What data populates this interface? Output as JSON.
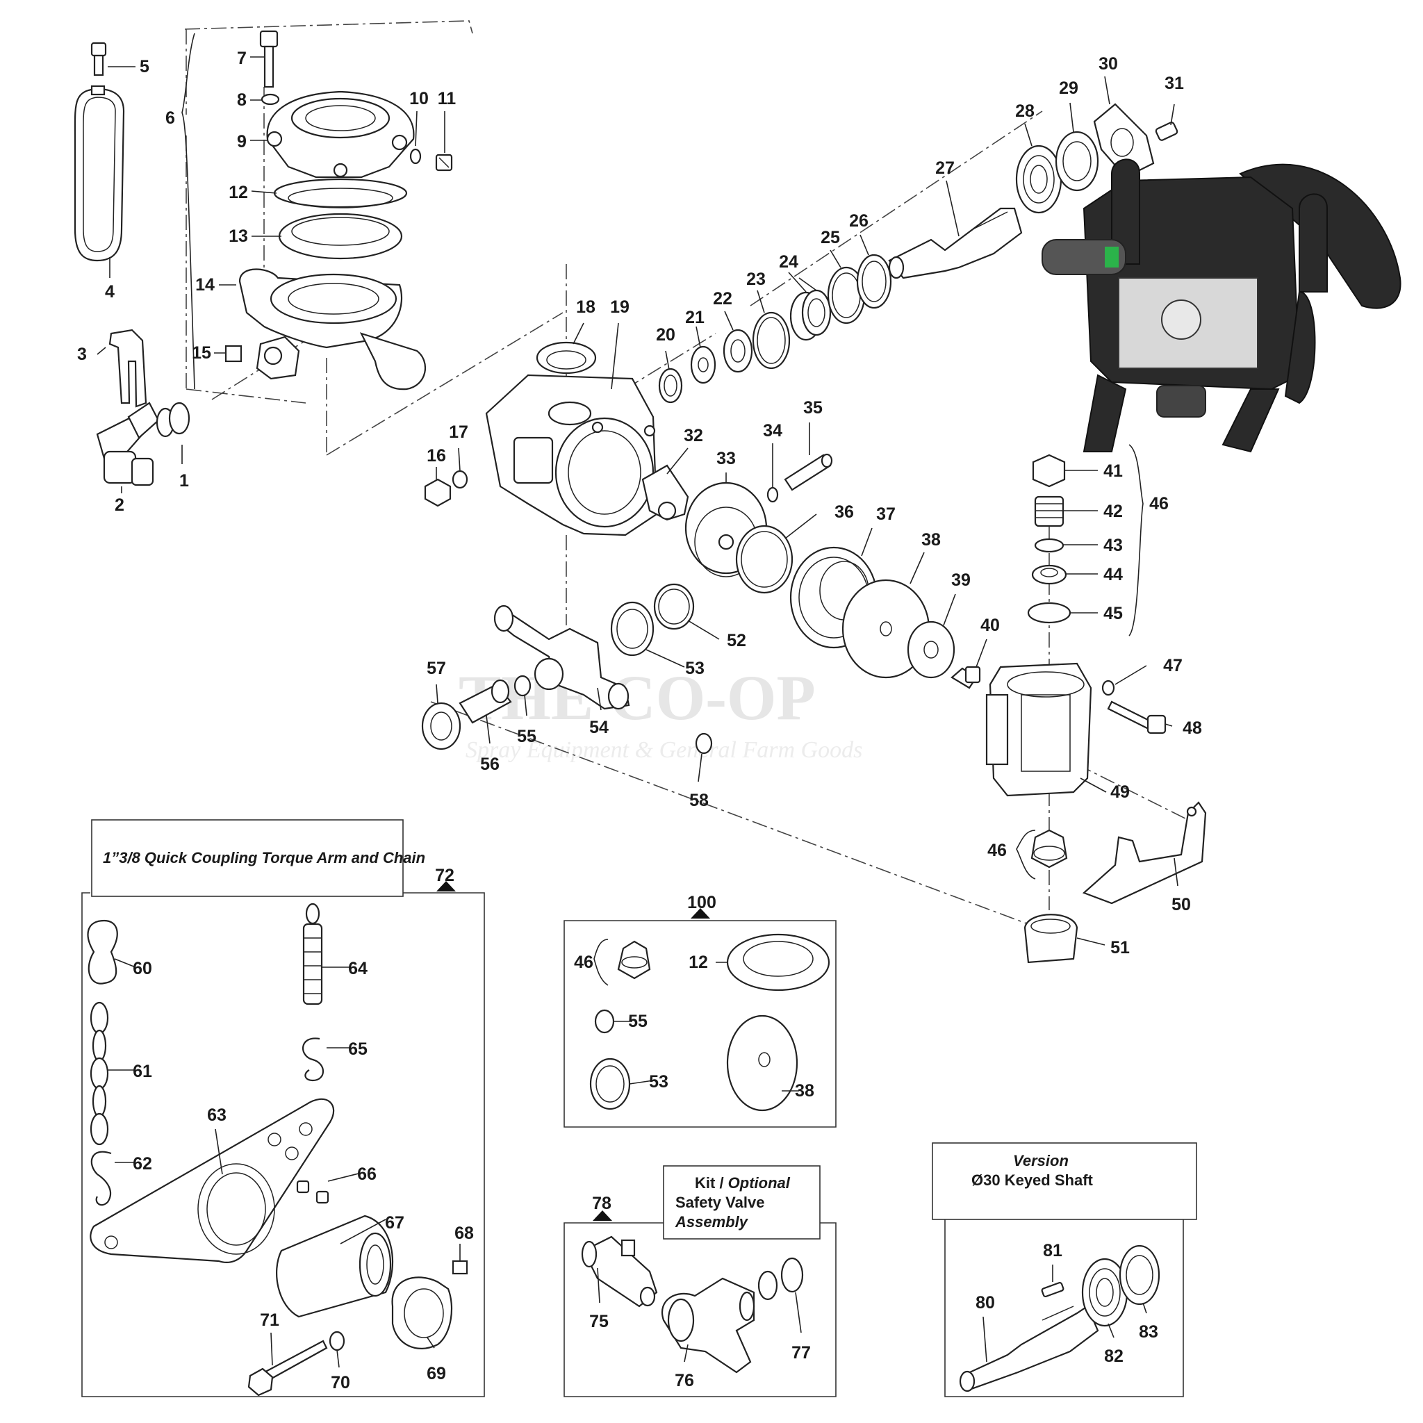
{
  "watermark": {
    "title": "THE CO-OP",
    "subtitle": "Spray Equipment & General Farm Goods"
  },
  "callouts": [
    {
      "id": "1",
      "label": "1"
    },
    {
      "id": "2",
      "label": "2"
    },
    {
      "id": "3",
      "label": "3"
    },
    {
      "id": "4",
      "label": "4"
    },
    {
      "id": "5",
      "label": "5"
    },
    {
      "id": "6",
      "label": "6"
    },
    {
      "id": "7",
      "label": "7"
    },
    {
      "id": "8",
      "label": "8"
    },
    {
      "id": "9",
      "label": "9"
    },
    {
      "id": "10",
      "label": "10"
    },
    {
      "id": "11",
      "label": "11"
    },
    {
      "id": "12",
      "label": "12"
    },
    {
      "id": "13",
      "label": "13"
    },
    {
      "id": "14",
      "label": "14"
    },
    {
      "id": "15",
      "label": "15"
    },
    {
      "id": "16",
      "label": "16"
    },
    {
      "id": "17",
      "label": "17"
    },
    {
      "id": "18",
      "label": "18"
    },
    {
      "id": "19",
      "label": "19"
    },
    {
      "id": "20",
      "label": "20"
    },
    {
      "id": "21",
      "label": "21"
    },
    {
      "id": "22",
      "label": "22"
    },
    {
      "id": "23",
      "label": "23"
    },
    {
      "id": "24",
      "label": "24"
    },
    {
      "id": "25",
      "label": "25"
    },
    {
      "id": "26",
      "label": "26"
    },
    {
      "id": "27",
      "label": "27"
    },
    {
      "id": "28",
      "label": "28"
    },
    {
      "id": "29",
      "label": "29"
    },
    {
      "id": "30",
      "label": "30"
    },
    {
      "id": "31",
      "label": "31"
    },
    {
      "id": "32",
      "label": "32"
    },
    {
      "id": "33",
      "label": "33"
    },
    {
      "id": "34",
      "label": "34"
    },
    {
      "id": "35",
      "label": "35"
    },
    {
      "id": "36",
      "label": "36"
    },
    {
      "id": "37",
      "label": "37"
    },
    {
      "id": "38",
      "label": "38"
    },
    {
      "id": "39",
      "label": "39"
    },
    {
      "id": "40",
      "label": "40"
    },
    {
      "id": "41",
      "label": "41"
    },
    {
      "id": "42",
      "label": "42"
    },
    {
      "id": "43",
      "label": "43"
    },
    {
      "id": "44",
      "label": "44"
    },
    {
      "id": "45",
      "label": "45"
    },
    {
      "id": "46a",
      "label": "46"
    },
    {
      "id": "47",
      "label": "47"
    },
    {
      "id": "48",
      "label": "48"
    },
    {
      "id": "49",
      "label": "49"
    },
    {
      "id": "46b",
      "label": "46"
    },
    {
      "id": "50",
      "label": "50"
    },
    {
      "id": "51",
      "label": "51"
    },
    {
      "id": "52",
      "label": "52"
    },
    {
      "id": "53",
      "label": "53"
    },
    {
      "id": "54",
      "label": "54"
    },
    {
      "id": "55",
      "label": "55"
    },
    {
      "id": "56",
      "label": "56"
    },
    {
      "id": "57",
      "label": "57"
    },
    {
      "id": "58",
      "label": "58"
    },
    {
      "id": "60",
      "label": "60"
    },
    {
      "id": "61",
      "label": "61"
    },
    {
      "id": "62",
      "label": "62"
    },
    {
      "id": "63",
      "label": "63"
    },
    {
      "id": "64",
      "label": "64"
    },
    {
      "id": "65",
      "label": "65"
    },
    {
      "id": "66",
      "label": "66"
    },
    {
      "id": "67",
      "label": "67"
    },
    {
      "id": "68",
      "label": "68"
    },
    {
      "id": "69",
      "label": "69"
    },
    {
      "id": "70",
      "label": "70"
    },
    {
      "id": "71",
      "label": "71"
    },
    {
      "id": "72",
      "label": "72"
    },
    {
      "id": "100",
      "label": "100"
    },
    {
      "id": "k46",
      "label": "46"
    },
    {
      "id": "k12",
      "label": "12"
    },
    {
      "id": "k55",
      "label": "55"
    },
    {
      "id": "k53",
      "label": "53"
    },
    {
      "id": "k38",
      "label": "38"
    },
    {
      "id": "78",
      "label": "78"
    },
    {
      "id": "75",
      "label": "75"
    },
    {
      "id": "76",
      "label": "76"
    },
    {
      "id": "77",
      "label": "77"
    },
    {
      "id": "80",
      "label": "80"
    },
    {
      "id": "81",
      "label": "81"
    },
    {
      "id": "82",
      "label": "82"
    },
    {
      "id": "83",
      "label": "83"
    }
  ],
  "boxes": {
    "torque_arm": {
      "title": "1”3/8 Quick Coupling Torque Arm and Chain"
    },
    "safety_valve": {
      "line1a": "Kit / ",
      "line1b": "Optional",
      "line2": "Safety Valve",
      "line3": "Assembly"
    },
    "version": {
      "line1": "Version",
      "line2": "Ø30 Keyed Shaft"
    }
  }
}
